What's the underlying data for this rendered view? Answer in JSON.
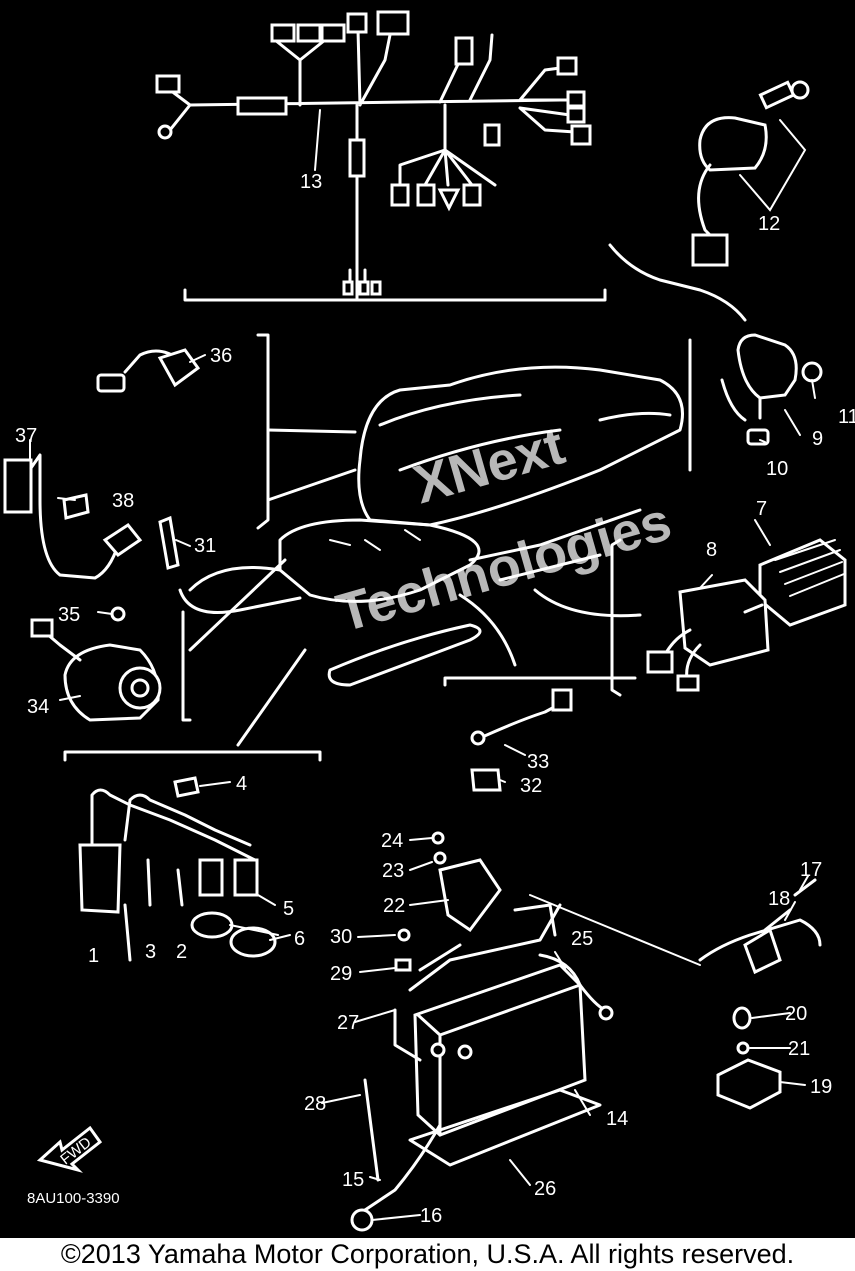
{
  "diagram": {
    "callouts": [
      {
        "id": "1",
        "label": "1"
      },
      {
        "id": "2",
        "label": "2"
      },
      {
        "id": "3",
        "label": "3"
      },
      {
        "id": "4",
        "label": "4"
      },
      {
        "id": "5",
        "label": "5"
      },
      {
        "id": "6",
        "label": "6"
      },
      {
        "id": "7",
        "label": "7"
      },
      {
        "id": "8",
        "label": "8"
      },
      {
        "id": "9",
        "label": "9"
      },
      {
        "id": "10",
        "label": "10"
      },
      {
        "id": "11",
        "label": "11"
      },
      {
        "id": "12",
        "label": "12"
      },
      {
        "id": "13",
        "label": "13"
      },
      {
        "id": "14",
        "label": "14"
      },
      {
        "id": "15",
        "label": "15"
      },
      {
        "id": "16",
        "label": "16"
      },
      {
        "id": "17",
        "label": "17"
      },
      {
        "id": "18",
        "label": "18"
      },
      {
        "id": "19",
        "label": "19"
      },
      {
        "id": "20",
        "label": "20"
      },
      {
        "id": "21",
        "label": "21"
      },
      {
        "id": "22",
        "label": "22"
      },
      {
        "id": "23",
        "label": "23"
      },
      {
        "id": "24",
        "label": "24"
      },
      {
        "id": "25",
        "label": "25"
      },
      {
        "id": "26",
        "label": "26"
      },
      {
        "id": "27",
        "label": "27"
      },
      {
        "id": "28",
        "label": "28"
      },
      {
        "id": "29",
        "label": "29"
      },
      {
        "id": "30",
        "label": "30"
      },
      {
        "id": "31",
        "label": "31"
      },
      {
        "id": "32",
        "label": "32"
      },
      {
        "id": "33",
        "label": "33"
      },
      {
        "id": "34",
        "label": "34"
      },
      {
        "id": "35",
        "label": "35"
      },
      {
        "id": "36",
        "label": "36"
      },
      {
        "id": "37",
        "label": "37"
      },
      {
        "id": "38",
        "label": "38"
      }
    ],
    "diagram_code": "8AU100-3390",
    "fwd_label": "FWD",
    "watermark_line1": "XNext",
    "watermark_line2": "Technologies",
    "colors": {
      "background": "#000000",
      "lines": "#ffffff",
      "footer_bg": "#ffffff",
      "footer_text": "#000000"
    }
  },
  "footer": {
    "copyright": "©2013 Yamaha Motor Corporation, U.S.A. All rights reserved."
  }
}
